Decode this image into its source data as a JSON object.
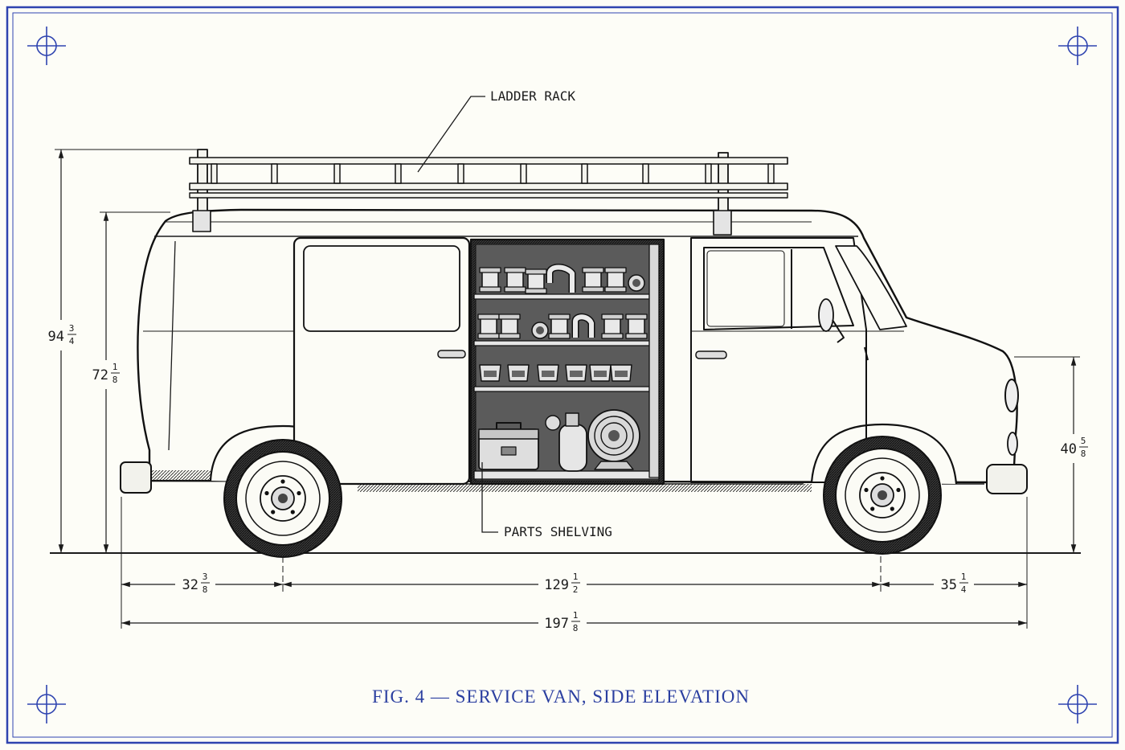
{
  "figure": {
    "caption": "FIG. 4 — SERVICE VAN, SIDE ELEVATION",
    "accent_color": "#2f44b0",
    "ink_color": "#1b1b1b",
    "paper_color": "#fdfdf7"
  },
  "callouts": {
    "ladder_rack": "LADDER RACK",
    "parts_shelving": "PARTS SHELVING"
  },
  "dimensions": {
    "overall_height": {
      "whole": "94",
      "num": "3",
      "den": "4"
    },
    "body_height": {
      "whole": "72",
      "num": "1",
      "den": "8"
    },
    "front_height": {
      "whole": "40",
      "num": "5",
      "den": "8"
    },
    "rear_overhang": {
      "whole": "32",
      "num": "3",
      "den": "8"
    },
    "wheelbase": {
      "whole": "129",
      "num": "1",
      "den": "2"
    },
    "front_overhang": {
      "whole": "35",
      "num": "1",
      "den": "4"
    },
    "overall_length": {
      "whole": "197",
      "num": "1",
      "den": "8"
    }
  },
  "icons": [
    "registration-mark-icon",
    "van-illustration"
  ]
}
